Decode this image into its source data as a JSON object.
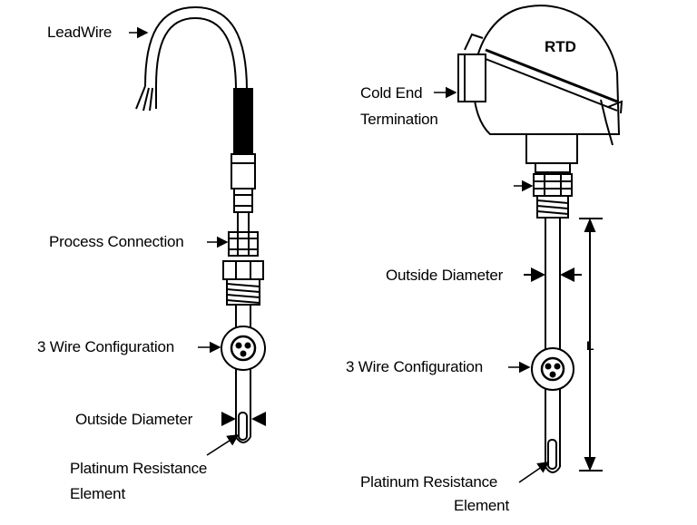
{
  "left_probe": {
    "labels": {
      "lead_wire": "LeadWire",
      "process_connection": "Process Connection",
      "wire_config": "3 Wire Configuration",
      "outside_diameter": "Outside Diameter",
      "element_line1": "Platinum Resistance",
      "element_line2": "Element"
    }
  },
  "right_probe": {
    "head_title": "RTD",
    "labels": {
      "cold_end_line1": "Cold End",
      "cold_end_line2": "Termination",
      "outside_diameter": "Outside Diameter",
      "wire_config": "3 Wire Configuration",
      "element_line1": "Platinum Resistance",
      "element_line2": "Element",
      "length": "L"
    }
  },
  "colors": {
    "ink": "#000000",
    "background": "#ffffff"
  }
}
